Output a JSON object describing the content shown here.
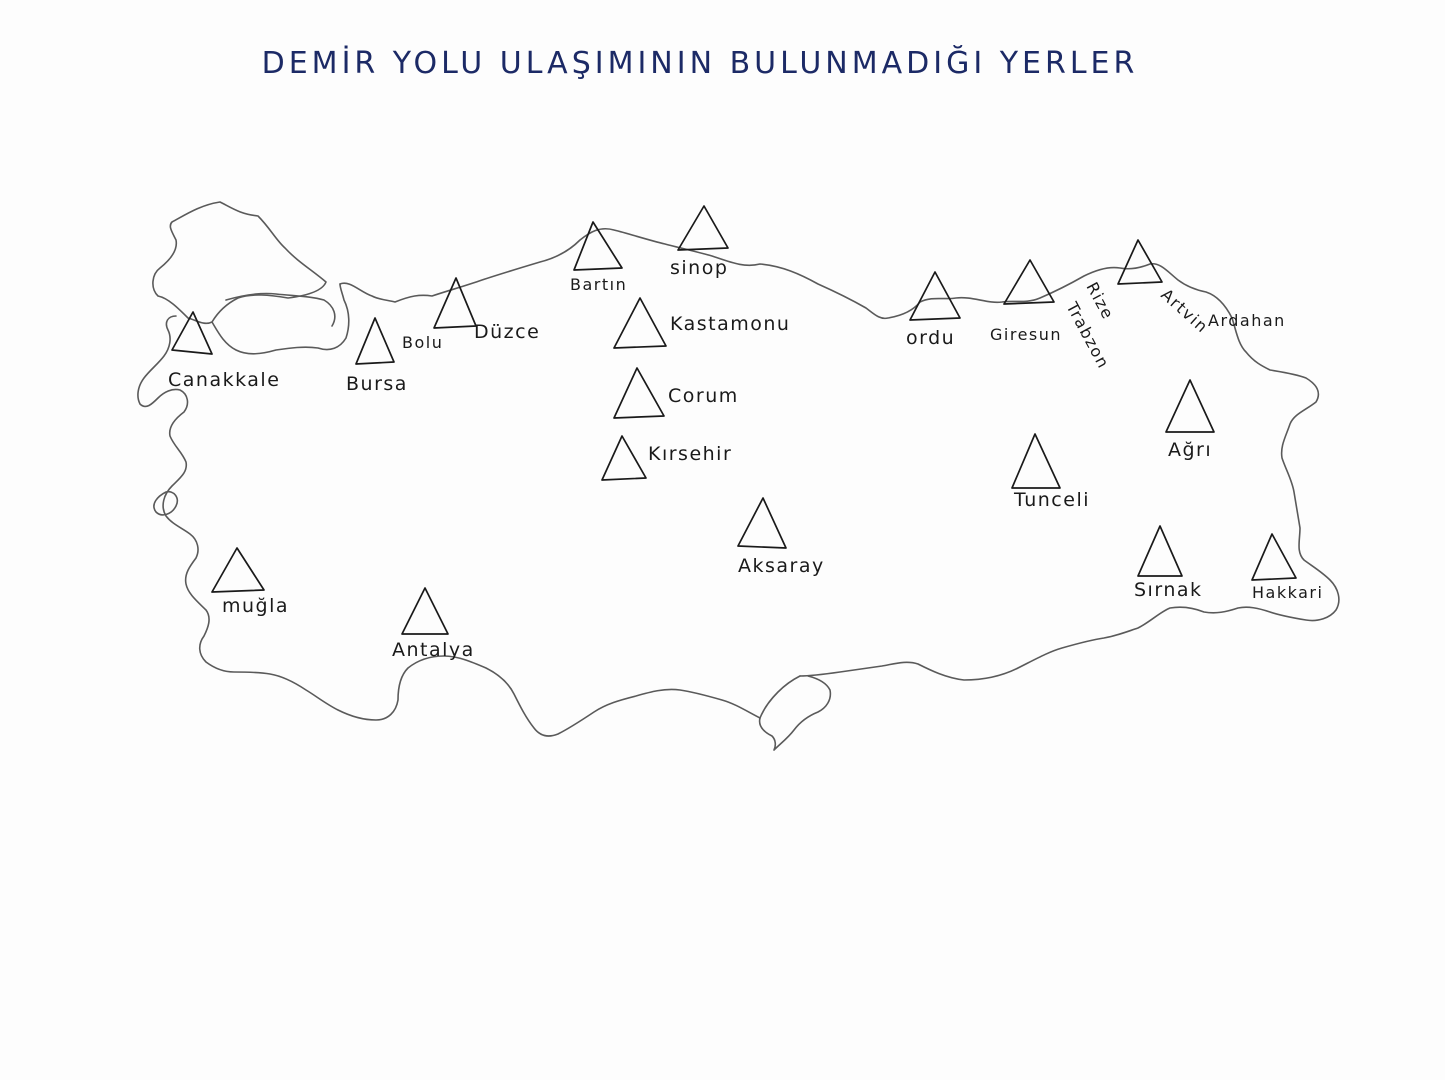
{
  "title": "DEMİR YOLU ULAŞIMININ BULUNMADIĞI YERLER",
  "colors": {
    "background": "#fdfdfd",
    "title_ink": "#1c2a66",
    "ink": "#1a1a1a",
    "coastline": "#5a5a5a"
  },
  "icon": "triangle-icon",
  "places": [
    {
      "id": "canakkale",
      "label": "Canakkale"
    },
    {
      "id": "bursa",
      "label": "Bursa"
    },
    {
      "id": "bolu",
      "label": "Bolu"
    },
    {
      "id": "duzce",
      "label": "Düzce"
    },
    {
      "id": "bartin",
      "label": "Bartın"
    },
    {
      "id": "sinop",
      "label": "sinop"
    },
    {
      "id": "kastamonu",
      "label": "Kastamonu"
    },
    {
      "id": "corum",
      "label": "Corum"
    },
    {
      "id": "kirsehir",
      "label": "Kırsehir"
    },
    {
      "id": "aksaray",
      "label": "Aksaray"
    },
    {
      "id": "mugla",
      "label": "muğla"
    },
    {
      "id": "antalya",
      "label": "Antalya"
    },
    {
      "id": "ordu",
      "label": "ordu"
    },
    {
      "id": "giresun",
      "label": "Giresun"
    },
    {
      "id": "rize",
      "label": "Rize"
    },
    {
      "id": "trabzon",
      "label": "Trabzon"
    },
    {
      "id": "artvin",
      "label": "Artvin"
    },
    {
      "id": "ardahan",
      "label": "Ardahan"
    },
    {
      "id": "agri",
      "label": "Ağrı"
    },
    {
      "id": "tunceli",
      "label": "Tunceli"
    },
    {
      "id": "sirnak",
      "label": "Sırnak"
    },
    {
      "id": "hakkari",
      "label": "Hakkari"
    }
  ]
}
